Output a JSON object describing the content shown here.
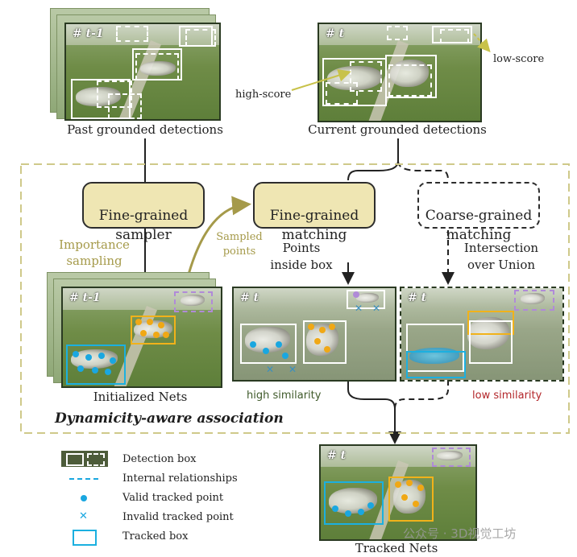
{
  "frames": {
    "past_label": "# t-1",
    "current_label": "# t",
    "init_label": "# t-1",
    "match_fine_label": "# t",
    "match_coarse_label": "# t",
    "tracked_label": "# t"
  },
  "captions": {
    "past": "Past grounded detections",
    "current": "Current grounded detections",
    "high_score": "high-score",
    "low_score": "low-score",
    "importance_sampling": "Importance\nsampling",
    "sampled_points": "Sampled\npoints",
    "points_inside_box": "Points\ninside box",
    "iou": "Intersection\nover Union",
    "initialized_nets": "Initialized Nets",
    "high_similarity": "high similarity",
    "low_similarity": "low similarity",
    "tracked_nets": "Tracked Nets"
  },
  "nodes": {
    "sampler": "Fine-grained\nsampler",
    "fine_matching": "Fine-grained\nmatching",
    "coarse_matching": "Coarse-grained\nmatching"
  },
  "section_title": "Dynamicity-aware association",
  "legend": {
    "detection_box": "Detection box",
    "internal_relationships": "Internal relationships",
    "valid_point": "Valid tracked point",
    "invalid_point": "Invalid tracked point",
    "tracked_box": "Tracked box"
  },
  "watermark": "公众号 · 3D视觉工坊",
  "colors": {
    "node_fill": "#efe6b3",
    "olive": "#a59a4a",
    "high_similarity": "#3f5a2a",
    "low_similarity": "#b3262a",
    "tracked_blue": "#1bb0e0",
    "tracked_orange": "#f1b21a",
    "detection_purple": "#b08ad8"
  }
}
